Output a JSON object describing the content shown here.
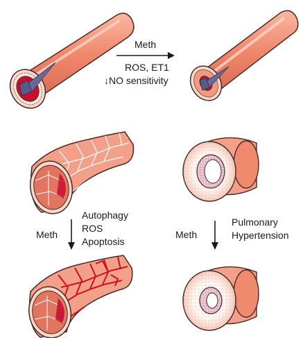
{
  "top_arrow": {
    "agent": "Meth",
    "effects": [
      "ROS, ET1",
      "↓NO sensitivity"
    ]
  },
  "left_panel": {
    "agent": "Meth",
    "effects": [
      "Autophagy",
      "ROS",
      "Apoptosis"
    ]
  },
  "right_panel": {
    "agent": "Meth",
    "effects": [
      "Pulmonary",
      "Hypertension"
    ]
  },
  "colors": {
    "vessel_wall": "#f2a089",
    "vessel_outline": "#4a2a22",
    "lumen_red": "#c8102e",
    "media_pink": "#f7c6bb",
    "damage_red": "#d01020",
    "arrow": "#1a1a1a"
  }
}
